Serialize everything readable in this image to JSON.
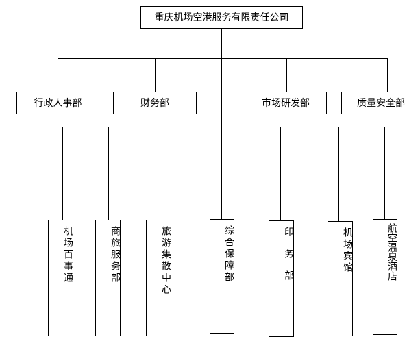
{
  "company": {
    "name": "重庆机场空港服务有限责任公司"
  },
  "departments": [
    {
      "name": "行政人事部"
    },
    {
      "name": "财务部"
    },
    {
      "name": "市场研发部"
    },
    {
      "name": "质量安全部"
    }
  ],
  "units": [
    {
      "name": "机场百事通"
    },
    {
      "name": "商旅服务部"
    },
    {
      "name": "旅游集散中心"
    },
    {
      "name": "综合保障部"
    },
    {
      "name": "印务部"
    },
    {
      "name": "机场宾馆"
    },
    {
      "name": "航空温泉酒店"
    }
  ]
}
